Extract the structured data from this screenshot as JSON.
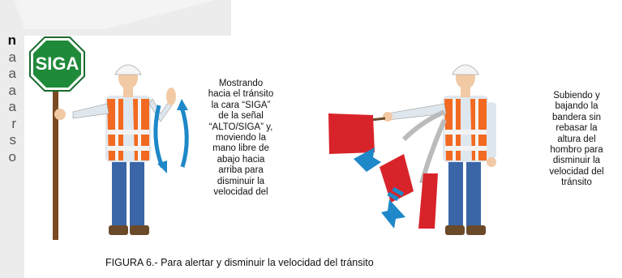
{
  "page": {
    "background_accent": "#e9e9e9",
    "cut_text": {
      "lines": [
        "n",
        "a",
        "a",
        "a",
        "a",
        "r",
        "s",
        "o"
      ],
      "first_line_bold": true
    }
  },
  "figure": {
    "sign_text": "SIGA",
    "sign_color": "#1f8a3a",
    "flag_color": "#d8232a",
    "arrow_color": "#1e88c8",
    "vest_color": "#f26a21",
    "description_left": [
      "Mostrando",
      "hacia el tránsito",
      "la cara “SIGA”",
      "de la señal",
      "“ALTO/SIGA” y,",
      "moviendo la",
      "mano libre de",
      "abajo hacia",
      "arriba para",
      "disminuir la",
      "velocidad del"
    ],
    "description_right": [
      "Subiendo y",
      "bajando la",
      "bandera sin",
      "rebasar la",
      "altura del",
      "hombro para",
      "disminuir la",
      "velocidad del",
      "tránsito"
    ],
    "caption": "FIGURA 6.-  Para alertar y disminuir la velocidad del tránsito"
  }
}
